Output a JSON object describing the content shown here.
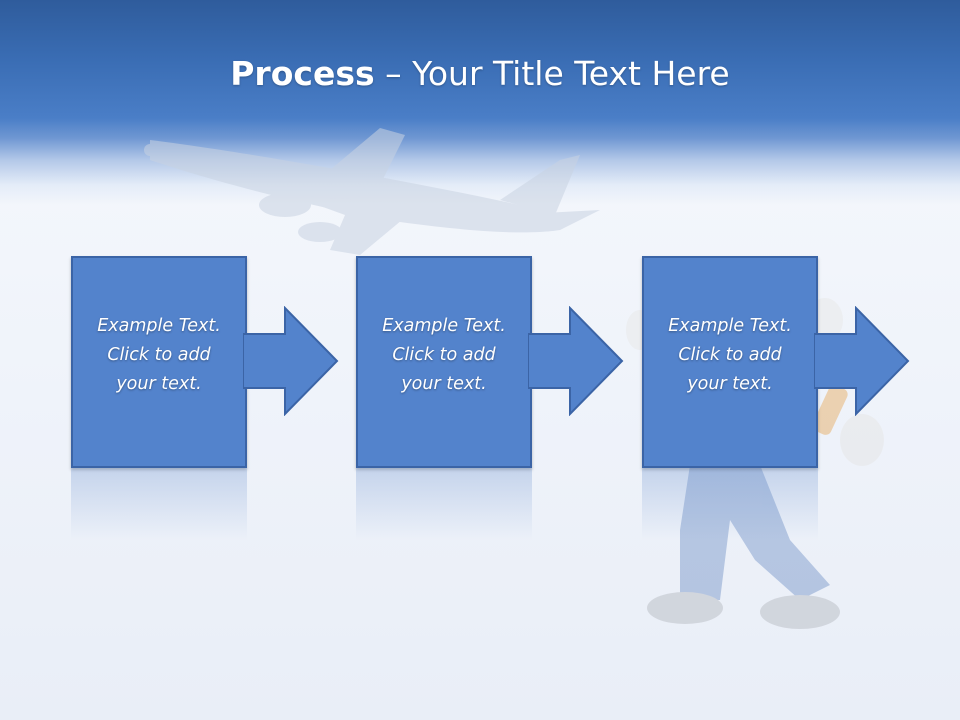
{
  "slide": {
    "title_bold": "Process",
    "title_rest": " – Your Title Text Here"
  },
  "steps": [
    {
      "text": "Example Text.\nClick  to add\nyour text."
    },
    {
      "text": "Example Text.\nClick  to add\nyour text."
    },
    {
      "text": "Example Text.\nClick  to add\nyour text."
    }
  ],
  "colors": {
    "header": "#3a6db4",
    "box_fill": "#5383cc",
    "box_border": "#3b64a6",
    "text": "#ffffff"
  },
  "icons": [
    "airplane-illustration",
    "figure-with-hammer-illustration"
  ]
}
